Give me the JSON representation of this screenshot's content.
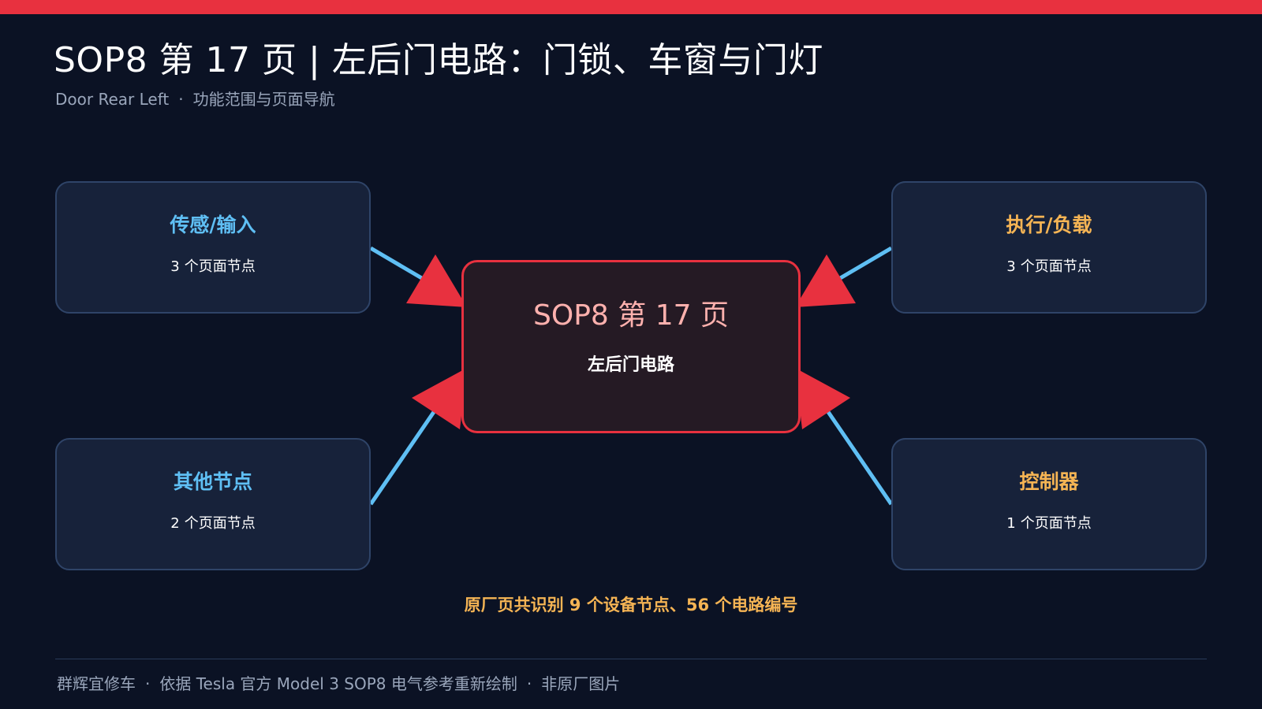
{
  "header": {
    "title": "SOP8 第 17 页 | 左后门电路：门锁、车窗与门灯",
    "subtitle_en": "Door Rear Left",
    "subtitle_separator": "·",
    "subtitle_cn": "功能范围与页面导航"
  },
  "center": {
    "title": "SOP8 第 17 页",
    "subtitle": "左后门电路"
  },
  "nodes": [
    {
      "title": "传感/输入",
      "count": "3",
      "unit": "个页面节点"
    },
    {
      "title": "执行/负载",
      "count": "3",
      "unit": "个页面节点"
    },
    {
      "title": "其他节点",
      "count": "2",
      "unit": "个页面节点"
    },
    {
      "title": "控制器",
      "count": "1",
      "unit": "个页面节点"
    }
  ],
  "summary": "原厂页共识别 9 个设备节点、56 个电路编号",
  "footer": {
    "brand": "群辉宜修车",
    "separator": "·",
    "source": "依据 Tesla 官方 Model 3 SOP8 电气参考重新绘制",
    "note": "非原厂图片"
  },
  "colors": {
    "background": "#0b1224",
    "accent_red": "#e8313f",
    "input_blue": "#5fbff4",
    "output_orange": "#f5b454",
    "node_fill": "#17223a",
    "node_border": "#2f4468",
    "center_fill": "#251a24",
    "center_title": "#ffb1ae"
  }
}
